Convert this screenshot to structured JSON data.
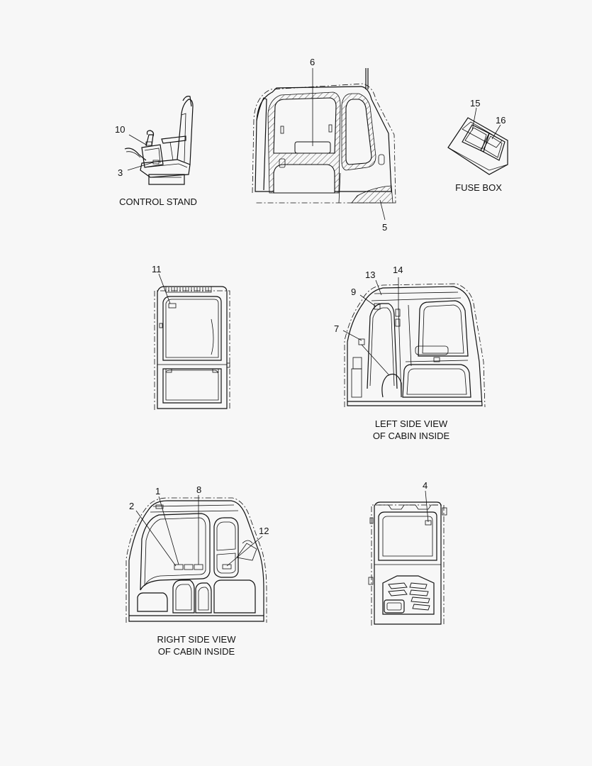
{
  "captions": {
    "control_stand": "CONTROL STAND",
    "fuse_box": "FUSE BOX",
    "left_side_line1": "LEFT SIDE VIEW",
    "left_side_line2": "OF CABIN INSIDE",
    "right_side_line1": "RIGHT SIDE VIEW",
    "right_side_line2": "OF CABIN INSIDE"
  },
  "callouts": {
    "c1": "1",
    "c2": "2",
    "c3": "3",
    "c4": "4",
    "c5": "5",
    "c6": "6",
    "c7": "7",
    "c8": "8",
    "c9": "9",
    "c10": "10",
    "c11": "11",
    "c12": "12",
    "c13": "13",
    "c14": "14",
    "c15": "15",
    "c16": "16"
  }
}
